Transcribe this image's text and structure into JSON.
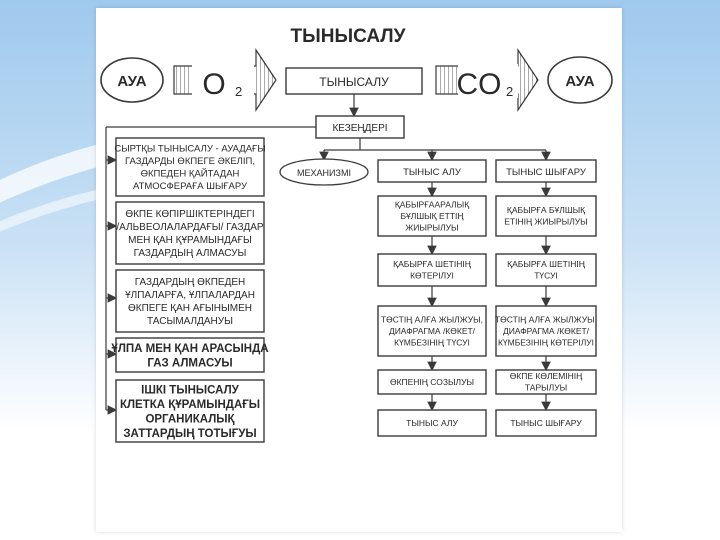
{
  "title": "ТЫНЫСАЛУ",
  "top_row": {
    "left_air": "АУА",
    "o2_main": "O",
    "o2_sub": "2",
    "center": "ТЫНЫСАЛУ",
    "co2_main": "CO",
    "co2_sub": "2",
    "right_air": "АУА"
  },
  "stages_label": "КЕЗЕҢДЕРІ",
  "mechanism_label": "МЕХАНИЗМІ",
  "left_stages": [
    [
      "СЫРТҚЫ ТЫНЫСАЛУ - АУАДАҒЫ",
      "ГАЗДАРДЫ ӨКПЕГЕ ӘКЕЛІП,",
      "ӨКПЕДЕН ҚАЙТАДАН",
      "АТМОСФЕРАҒА ШЫҒАРУ"
    ],
    [
      "ӨКПЕ КӨПІРШІКТЕРІНДЕГІ",
      "/АЛЬВЕОЛАЛАРДАҒЫ/ ГАЗДАР",
      "МЕН ҚАН ҚҰРАМЫНДАҒЫ",
      "ГАЗДАРДЫҢ АЛМАСУЫ"
    ],
    [
      "ГАЗДАРДЫҢ ӨКПЕДЕН",
      "ҰЛПАЛАРҒА, ҰЛПАЛАРДАН",
      "ӨКПЕГЕ ҚАН АҒЫНЫМЕН",
      "ТАСЫМАЛДАНУЫ"
    ],
    [
      "ҰЛПА МЕН ҚАН АРАСЫНДА",
      "ГАЗ АЛМАСУЫ"
    ],
    [
      "ІШКІ ТЫНЫСАЛУ",
      "КЛЕТКА ҚҰРАМЫНДАҒЫ",
      "ОРГАНИКАЛЫҚ",
      "ЗАТТАРДЫҢ ТОТЫҒУЫ"
    ]
  ],
  "inhale": {
    "header": "ТЫНЫС АЛУ",
    "steps": [
      [
        "ҚАБЫРҒААРАЛЫҚ",
        "БҰЛШЫҚ ЕТТІҢ",
        "ЖИЫРЫЛУЫ"
      ],
      [
        "ҚАБЫРҒА ШЕТІНІҢ",
        "КӨТЕРІЛУІ"
      ],
      [
        "ТӨСТІҢ АЛҒА ЖЫЛЖУЫ,",
        "ДИАФРАГМА /КӨКЕТ/",
        "КҮМБЕЗІНІҢ ТҮСУІ"
      ],
      [
        "ӨКПЕНІҢ СОЗЫЛУЫ"
      ],
      [
        "ТЫНЫС АЛУ"
      ]
    ]
  },
  "exhale": {
    "header": "ТЫНЫС ШЫҒАРУ",
    "steps": [
      [
        "ҚАБЫРҒА БҰЛШЫҚ",
        "ЕТІНІҢ ЖИЫРЫЛУЫ"
      ],
      [
        "ҚАБЫРҒА ШЕТІНІҢ",
        "ТҮСУІ"
      ],
      [
        "ТӨСТІҢ АЛҒА ЖЫЛЖУЫ,",
        "ДИАФРАГМА /КӨКЕТ/",
        "КҮМБЕЗІНІҢ КӨТЕРІЛУІ"
      ],
      [
        "ӨКПЕ КӨЛЕМІНІҢ",
        "ТАРЫЛУЫ"
      ],
      [
        "ТЫНЫС ШЫҒАРУ"
      ]
    ]
  }
}
